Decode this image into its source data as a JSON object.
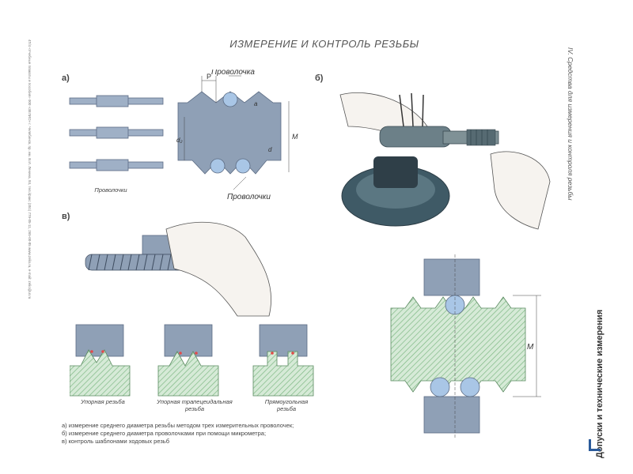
{
  "title": "ИЗМЕРЕНИЕ И КОНТРОЛЬ РЕЗЬБЫ",
  "labels": {
    "a": "а)",
    "b": "б)",
    "c": "в)"
  },
  "figure_a": {
    "caption_left": "Проволочки",
    "callout_top": "Проволочка",
    "callout_bottom": "Проволочки",
    "dim_p": "P",
    "dim_a": "a",
    "dim_d2": "d₂",
    "dim_d": "d",
    "dim_m": "M"
  },
  "figure_main": {
    "dim_m": "M"
  },
  "profiles": [
    "Упорная резьба",
    "Упорная трапецеидальная резьба",
    "Прямоугольная резьба"
  ],
  "legend": [
    "а) измерение среднего диаметра резьбы методом трех измерительных проволочек;",
    "б) измерение среднего диаметра проволочками при помощи микрометра;",
    "в) контроль шаблонами ходовых резьб"
  ],
  "side_main": "Допуски и технические измерения",
  "side_sub": "IV. Средства для измерения и контроля резьбы",
  "side_left": "4Т/4 «Учебные плакаты и пособия» 000 «ЗЕЛИО» г. Челябинск, пр. им. В.И. Ленина, 84, тел./факс (351) 779-05-11, 265-00-85 www.zelio.ru, e-mail: zelio@ur.ru",
  "colors": {
    "steel": "#8fa0b6",
    "steel_dark": "#5c6c84",
    "hatch": "#7fb885",
    "wire": "#a9c6e6",
    "skin": "#f6f3ef"
  }
}
